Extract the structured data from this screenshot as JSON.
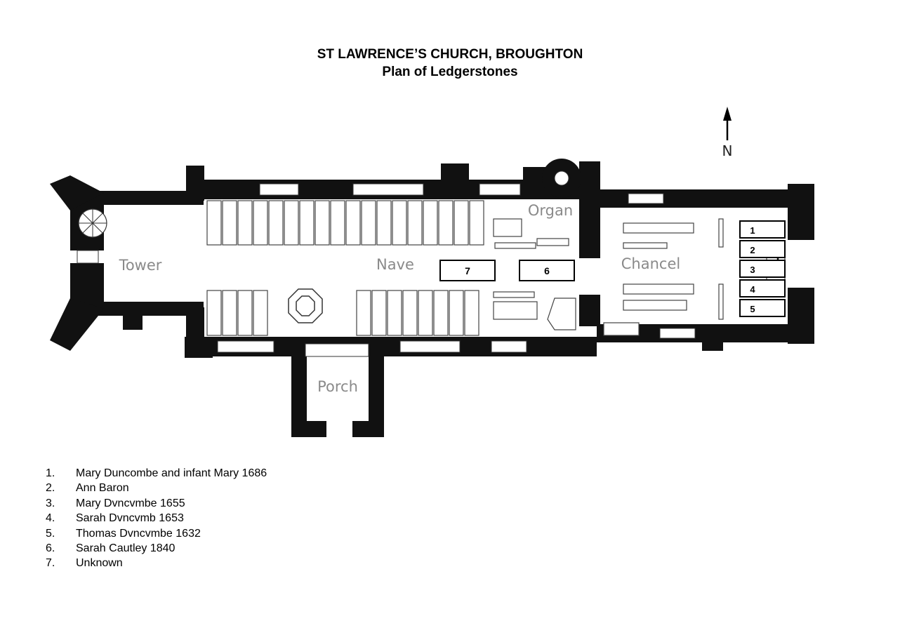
{
  "title": "ST LAWRENCE’S CHURCH, BROUGHTON",
  "subtitle": "Plan of Ledgerstones",
  "compass": {
    "label": "N"
  },
  "rooms": {
    "tower": "Tower",
    "nave": "Nave",
    "organ": "Organ",
    "chancel": "Chancel",
    "porch": "Porch"
  },
  "stones": [
    "1",
    "2",
    "3",
    "4",
    "5",
    "6",
    "7"
  ],
  "legend": [
    {
      "num": "1.",
      "text": "Mary Duncombe and infant Mary 1686"
    },
    {
      "num": "2.",
      "text": "Ann Baron"
    },
    {
      "num": "3.",
      "text": "Mary Dvncvmbe 1655"
    },
    {
      "num": "4.",
      "text": "Sarah Dvncvmb 1653"
    },
    {
      "num": "5.",
      "text": "Thomas Dvncvmbe 1632"
    },
    {
      "num": "6.",
      "text": "Sarah Cautley 1840"
    },
    {
      "num": "7.",
      "text": "Unknown"
    }
  ]
}
